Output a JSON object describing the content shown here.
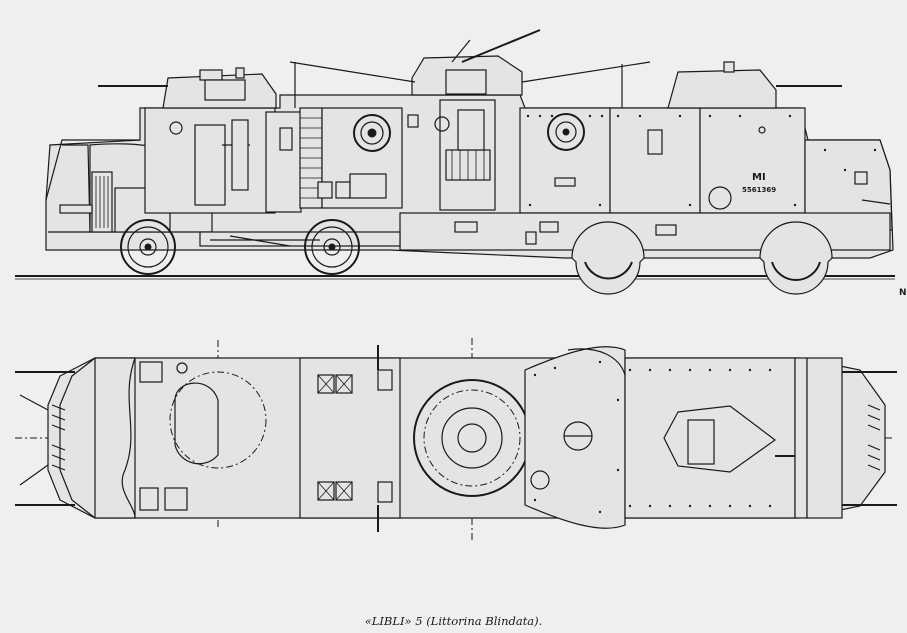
{
  "caption": "«LIBLI» 5 (Littorina Blindata).",
  "side_view": {
    "markings": {
      "code": "MI",
      "number": "5561369"
    },
    "edge_letter": "N"
  },
  "colors": {
    "paper": "#efefef",
    "ink": "#1a1a1a"
  }
}
